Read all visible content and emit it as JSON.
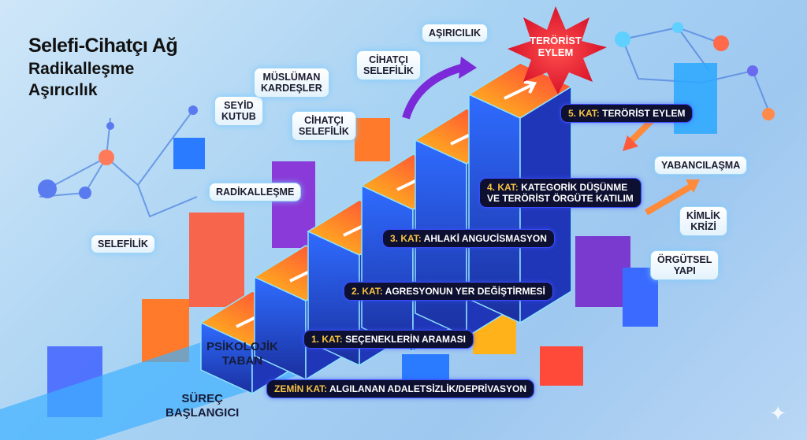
{
  "title": {
    "line1": "Selefi-Cihatçı Ağ",
    "line2": "Radikalleşme",
    "line3": "Aşırıcılık"
  },
  "bubbles": [
    {
      "id": "seyid-kutub",
      "text": "SEYİD\nKUTUB"
    },
    {
      "id": "muslim-brotherhood",
      "text": "MÜSLÜMAN\nKARDEŞLER"
    },
    {
      "id": "jihadi-salafism-1",
      "text": "CİHATÇI\nSELEFİLİK"
    },
    {
      "id": "jihadi-salafism-2",
      "text": "CİHATÇI\nSELEFİLİK"
    },
    {
      "id": "extremism",
      "text": "AŞIRICILIK"
    },
    {
      "id": "radicalization",
      "text": "RADİKALLEŞME"
    },
    {
      "id": "salafism",
      "text": "SELEFİLİK"
    },
    {
      "id": "alienation",
      "text": "YABANCILAŞMA"
    },
    {
      "id": "identity-crisis",
      "text": "KİMLİK\nKRİZİ"
    },
    {
      "id": "org-structure",
      "text": "ÖRGÜTSEL\nYAPI"
    }
  ],
  "burst": {
    "text": "TERÖRİST\nEYLEM",
    "color": "#e8282e"
  },
  "floors": [
    {
      "key": "5. KAT:",
      "text": " TERÖRİST EYLEM"
    },
    {
      "key": "4. KAT:",
      "text": " KATEGORİK DÜŞÜNME",
      "text2": "VE TERÖRİST ÖRGÜTE KATILIM"
    },
    {
      "key": "3. KAT:",
      "text": " AHLAKİ ANGUCİSMASYON"
    },
    {
      "key": "2. KAT:",
      "text": " AGRESYONUN YER DEĞİŞTİRMESİ"
    },
    {
      "key": "1. KAT:",
      "text": " SEÇENEKLERİN ARAMASI"
    },
    {
      "key": "ZEMİN KAT:",
      "text": " ALGILANAN ADALETSİZLİK/DEPRİVASYON"
    }
  ],
  "plain": {
    "base": "PSİKOLOJİK\nTABAN",
    "start": "SÜREÇ\nBAŞLANGICI"
  },
  "colors": {
    "accent": "#f6c343",
    "step_top": "#ff7a1a",
    "step_side": "#1f4fe0",
    "dark_pill": "#0d1030"
  }
}
